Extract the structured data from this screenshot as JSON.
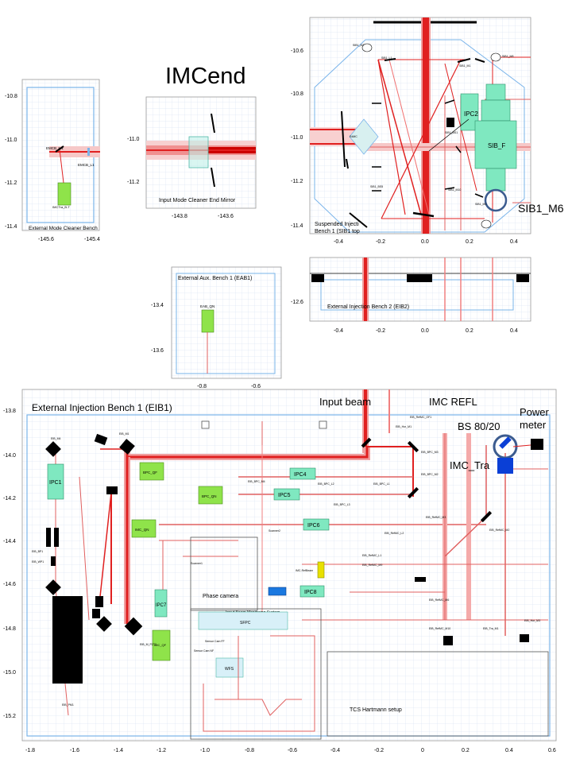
{
  "panels": {
    "emcb": {
      "title": "External Mode Cleaner Bench",
      "yticks": [
        "-10.8",
        "-11.0",
        "-11.2",
        "-11.4"
      ],
      "xticks": [
        "-145.6",
        "-145.4"
      ],
      "labels": [
        "EMCB_M1",
        "EMCB_L1",
        "IMCTra_B-T"
      ]
    },
    "imcend": {
      "title": "IMCend",
      "caption": "Input Mode Cleaner End Mirror",
      "yticks": [
        "-11.0",
        "-11.2"
      ],
      "xticks": [
        "-143.8",
        "-143.6"
      ]
    },
    "sib1": {
      "caption_line1": "Suspended Injecti",
      "caption_line2": "Bench 1 (SIB1 top",
      "yticks": [
        "-10.6",
        "-10.8",
        "-11.0",
        "-11.2",
        "-11.4"
      ],
      "xticks": [
        "-0.4",
        "-0.2",
        "0.0",
        "0.2",
        "0.4"
      ],
      "components": [
        "IPC2",
        "SIB_F"
      ],
      "labels": [
        "SIB1_M7",
        "SIB1_M8",
        "SIB1_M9",
        "SIB1_M3",
        "SIB1_L1",
        "SIB1_M1",
        "SIB1_M2",
        "SIB1_M3",
        "SIB1_M4",
        "EIB1_M",
        "EdMC",
        "SIB1_BS1",
        "SIB1_M5",
        "SIB1_M6",
        "SIB1_M10",
        "SIB1_BS3",
        "SIB1_BS4",
        "SIB1_BS5",
        "SIB1_M11",
        "SIB1_M12"
      ]
    },
    "eib2": {
      "caption": "External Injection Bench 2 (EIB2)",
      "yticks": [
        "-12.6"
      ],
      "xticks": [
        "-0.4",
        "-0.2",
        "0.0",
        "0.2",
        "0.4"
      ]
    },
    "eab1": {
      "title": "External Aux. Bench 1 (EAB1)",
      "yticks": [
        "-13.4",
        "-13.6"
      ],
      "xticks": [
        "-0.8",
        "-0.6"
      ],
      "labels": [
        "EAB_QN"
      ]
    },
    "eib1": {
      "title": "External Injection Bench 1 (EIB1)",
      "yticks": [
        "-13.8",
        "-14.0",
        "-14.2",
        "-14.4",
        "-14.6",
        "-14.8",
        "-15.0",
        "-15.2"
      ],
      "xticks": [
        "-1.8",
        "-1.6",
        "-1.4",
        "-1.2",
        "-1.0",
        "-0.8",
        "-0.6",
        "-0.4",
        "-0.2",
        "0",
        "0.2",
        "0.4",
        "0.6"
      ],
      "components": [
        "IPC1",
        "IPC4",
        "IPC5",
        "IPC6",
        "IPC7",
        "IPC8",
        "BPC_QF",
        "BPC_QN",
        "IMC_QN",
        "IMC_QF"
      ],
      "boxes": [
        "Phase camera",
        "Input Beam Monitoring System",
        "TCS Hartmann setup",
        "SFPC",
        "WFS"
      ],
      "labels": [
        "EIB_M4",
        "EIB_M5",
        "EIB_M1",
        "EIB_M2",
        "EIB_M3",
        "EIB_BS1",
        "EIB_BPC_M3",
        "EIB_BPC_M2",
        "EIB_BPC_M4",
        "EIB_BPC_L1",
        "EIB_BPC_L2",
        "EIB_BPC_L3",
        "EIB_BPC_M1",
        "EIB_RefMC_OF1",
        "EIB_Hor_M1",
        "EIB_Hor_L1",
        "EIB_RefMC_M2",
        "EIB_RefMC_M3",
        "EIB_RefMC_L1",
        "EIB_RefMC_L2",
        "EIB_RefMC_M5",
        "EIB_RefMC_M1",
        "EIB_RefMC_M9",
        "EIB_RefMC_M6",
        "EIB_RefMC_L3",
        "EIB_RefMC_M10",
        "EIB_Hor_M3",
        "EIB_Hor_L2",
        "EIB_Tra_M1",
        "EIB_M_PZT2",
        "EIB_T_M2",
        "EIB_T_M3",
        "EIB_T_M1",
        "EIB_WP1",
        "EIB_BP1",
        "EIB_EOM1_2",
        "EIB_IBMS_M1",
        "EIB_PM1",
        "EIB_M6",
        "Scanner1",
        "Scanner2",
        "IMC-RefBeam",
        "Sensor Cam FF",
        "Sensor Cam NF"
      ]
    }
  },
  "annotations": {
    "input_beam": "Input beam",
    "imc_refl": "IMC REFL",
    "bs": "BS 80/20",
    "power_meter_l1": "Power",
    "power_meter_l2": "meter",
    "imc_tra": "IMC_Tra",
    "sib1_m6": "SIB1_M6"
  },
  "colors": {
    "beam": "#e02020",
    "beam_halo": "#f4aaaa",
    "component": "#7fe8c0",
    "quad": "#8fe34a",
    "mirror": "#000000",
    "bench_outline": "#7ab4ea",
    "grid": "#c9d9ea",
    "highlight_blue": "#0a3fd6",
    "ring": "#3b5b8f"
  }
}
